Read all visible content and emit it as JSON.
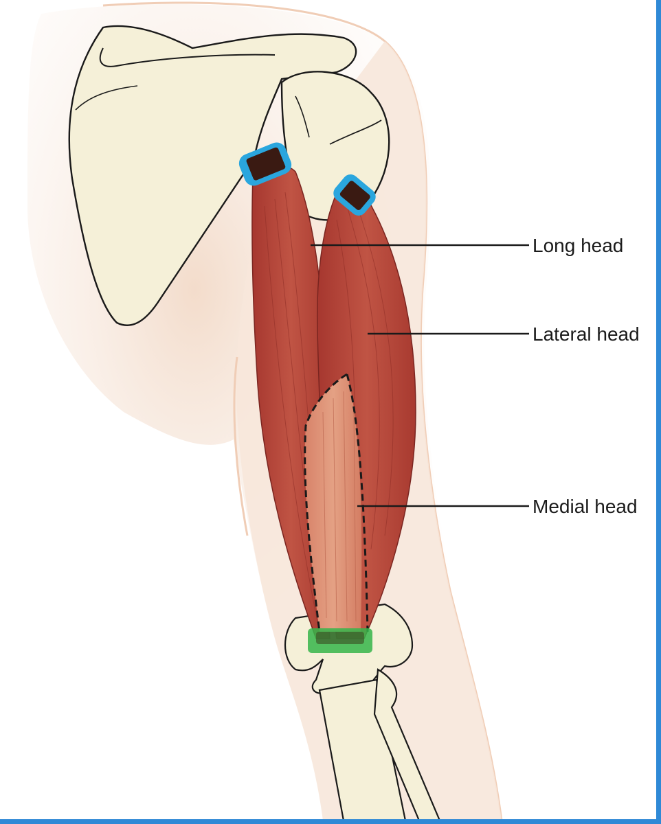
{
  "labels": {
    "long_head": "Long head",
    "lateral_head": "Lateral head",
    "medial_head": "Medial head"
  },
  "colors": {
    "skin": "#f6e6d9",
    "bone": "#f5f0d8",
    "muscle": "#b5443a",
    "medial_muscle": "#d98a70",
    "origin_marker": "#2aa6de",
    "insertion_marker": "#35b54a",
    "frame_border": "#2f89d6"
  }
}
